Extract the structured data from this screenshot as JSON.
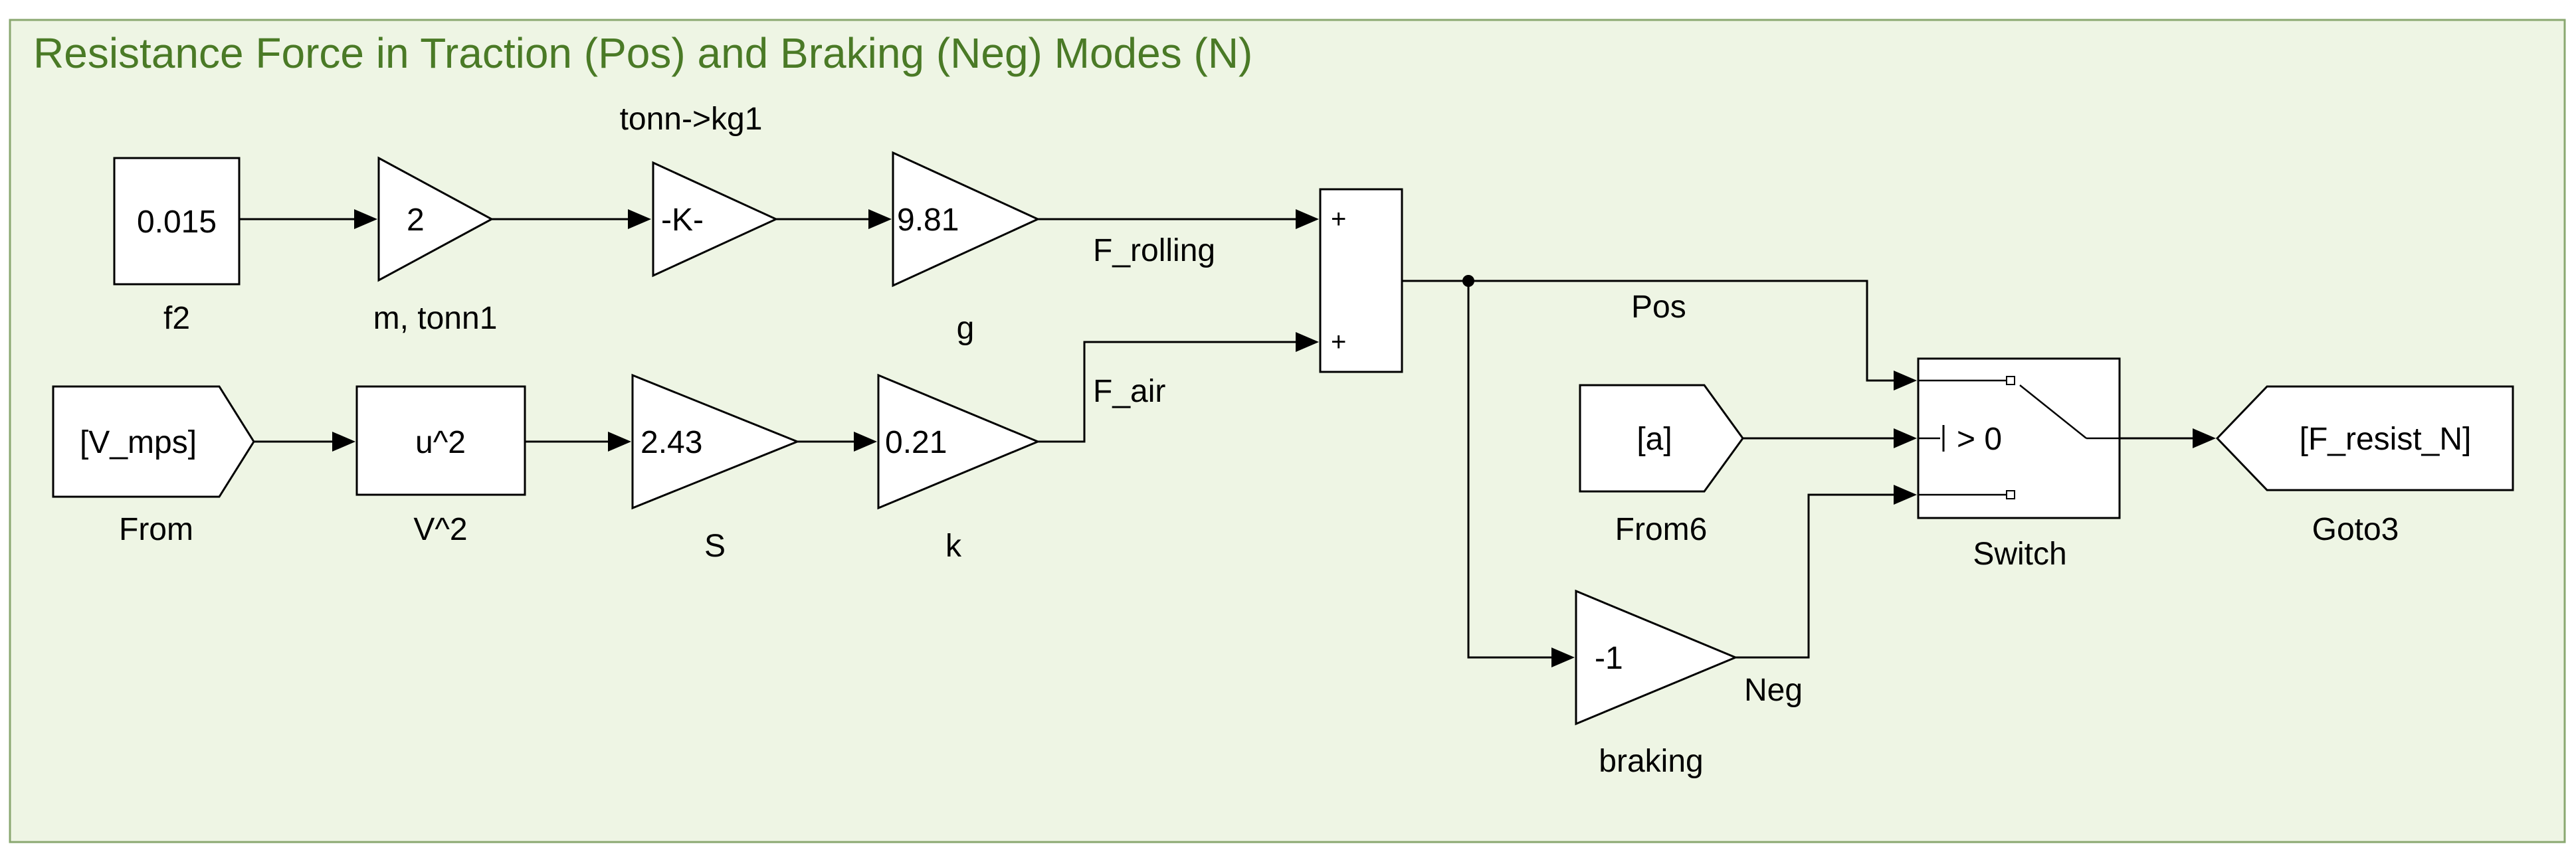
{
  "area": {
    "title": "Resistance Force in Traction (Pos) and Braking (Neg) Modes (N)",
    "background": "#eef5e4",
    "border": "#8aa870",
    "title_color": "#4a7a26"
  },
  "blocks": {
    "f2": {
      "value": "0.015",
      "name": "f2"
    },
    "m": {
      "value": "2",
      "name": "m, tonn1"
    },
    "tonn_kg": {
      "value": "-K-",
      "name": "tonn->kg1"
    },
    "g": {
      "value": "9.81",
      "name": "g"
    },
    "from": {
      "value": "[V_mps]",
      "name": "From"
    },
    "v2": {
      "value": "u^2",
      "name": "V^2"
    },
    "s": {
      "value": "2.43",
      "name": "S"
    },
    "k": {
      "value": "0.21",
      "name": "k"
    },
    "sum": {
      "sign1": "+",
      "sign2": "+"
    },
    "from6": {
      "value": "[a]",
      "name": "From6"
    },
    "switch": {
      "criteria": "> 0",
      "name": "Switch"
    },
    "braking": {
      "value": "-1",
      "name": "braking"
    },
    "goto3": {
      "value": "[F_resist_N]",
      "name": "Goto3"
    }
  },
  "signals": {
    "f_rolling": "F_rolling",
    "f_air": "F_air",
    "pos": "Pos",
    "neg": "Neg"
  }
}
